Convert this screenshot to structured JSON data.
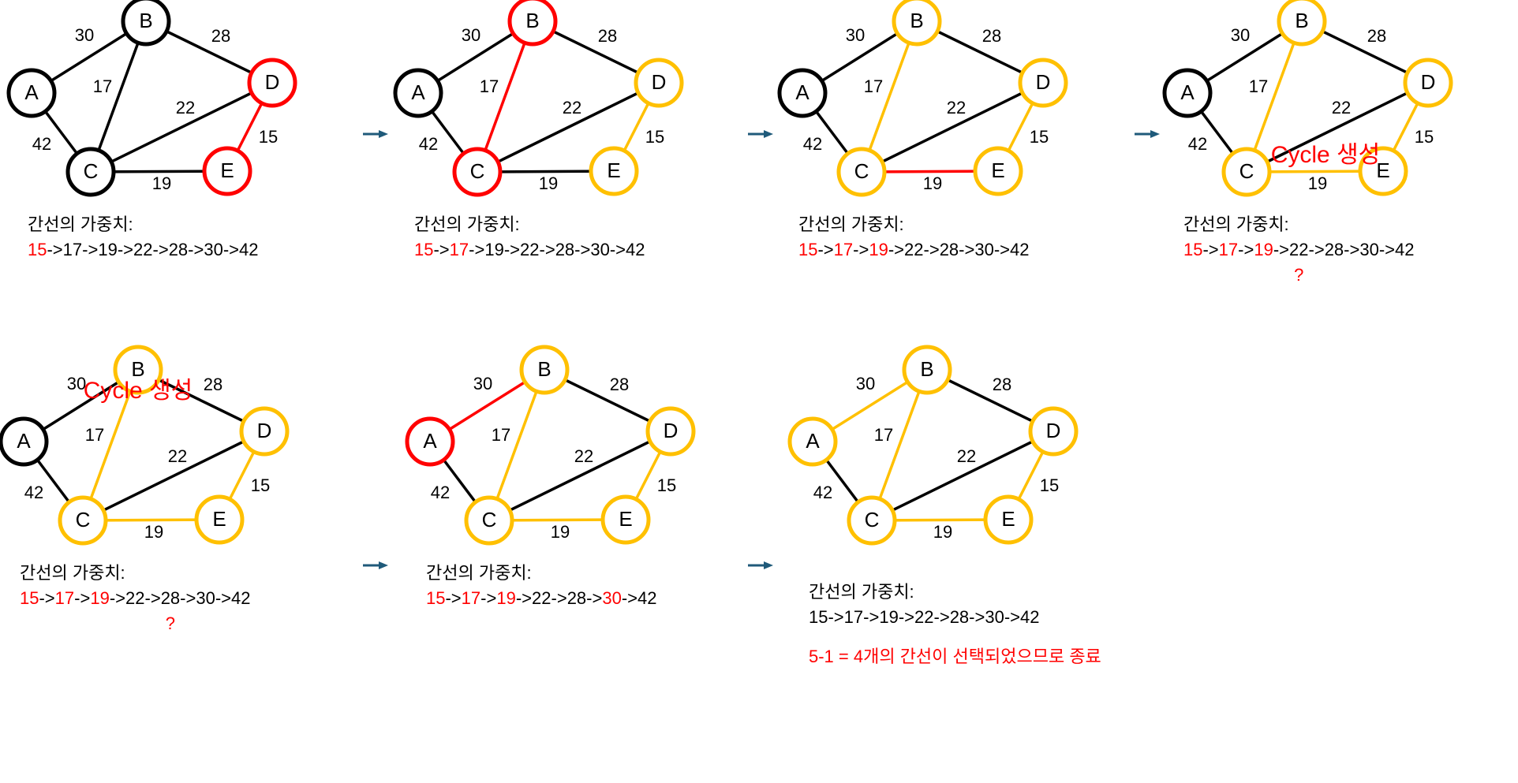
{
  "colors": {
    "black": "#000000",
    "red": "#ff0000",
    "orange": "#ffc000",
    "arrow": "#1f5a7a"
  },
  "node_names": [
    "A",
    "B",
    "C",
    "D",
    "E"
  ],
  "edges": [
    {
      "id": "AB",
      "from": "A",
      "to": "B",
      "weight": "30"
    },
    {
      "id": "BC",
      "from": "B",
      "to": "C",
      "weight": "17"
    },
    {
      "id": "BD",
      "from": "B",
      "to": "D",
      "weight": "28"
    },
    {
      "id": "AC",
      "from": "A",
      "to": "C",
      "weight": "42"
    },
    {
      "id": "CD",
      "from": "C",
      "to": "D",
      "weight": "22"
    },
    {
      "id": "CE",
      "from": "C",
      "to": "E",
      "weight": "19"
    },
    {
      "id": "DE",
      "from": "D",
      "to": "E",
      "weight": "15"
    }
  ],
  "caption_title": "간선의 가중치:",
  "weight_sequence": [
    "15",
    "17",
    "19",
    "22",
    "28",
    "30",
    "42"
  ],
  "separator": "->",
  "question_mark": "?",
  "cycle_note": "Cycle 생성",
  "final_note": "5-1 = 4개의 간선이 선택되었으므로 종료",
  "steps": [
    {
      "nodes": {
        "A": "black",
        "B": "black",
        "C": "black",
        "D": "red",
        "E": "red"
      },
      "edges": {
        "AB": "black",
        "BC": "black",
        "BD": "black",
        "AC": "black",
        "CD": "black",
        "CE": "black",
        "DE": "red"
      },
      "seq_red": [
        0
      ],
      "question": null,
      "cycle_note": false,
      "final_note": false
    },
    {
      "nodes": {
        "A": "black",
        "B": "red",
        "C": "red",
        "D": "orange",
        "E": "orange"
      },
      "edges": {
        "AB": "black",
        "BC": "red",
        "BD": "black",
        "AC": "black",
        "CD": "black",
        "CE": "black",
        "DE": "orange"
      },
      "seq_red": [
        0,
        1
      ],
      "question": null,
      "cycle_note": false,
      "final_note": false
    },
    {
      "nodes": {
        "A": "black",
        "B": "orange",
        "C": "orange",
        "D": "orange",
        "E": "orange"
      },
      "edges": {
        "AB": "black",
        "BC": "orange",
        "BD": "black",
        "AC": "black",
        "CD": "black",
        "CE": "red",
        "DE": "orange"
      },
      "seq_red": [
        0,
        1,
        2
      ],
      "question": null,
      "cycle_note": false,
      "final_note": false
    },
    {
      "nodes": {
        "A": "black",
        "B": "orange",
        "C": "orange",
        "D": "orange",
        "E": "orange"
      },
      "edges": {
        "AB": "black",
        "BC": "orange",
        "BD": "black",
        "AC": "black",
        "CD": "black",
        "CE": "orange",
        "DE": "orange"
      },
      "seq_red": [
        0,
        1,
        2
      ],
      "question": 3,
      "cycle_note": true,
      "final_note": false
    },
    {
      "nodes": {
        "A": "black",
        "B": "orange",
        "C": "orange",
        "D": "orange",
        "E": "orange"
      },
      "edges": {
        "AB": "black",
        "BC": "orange",
        "BD": "black",
        "AC": "black",
        "CD": "black",
        "CE": "orange",
        "DE": "orange"
      },
      "seq_red": [
        0,
        1,
        2
      ],
      "question": 4,
      "cycle_note": true,
      "final_note": false
    },
    {
      "nodes": {
        "A": "red",
        "B": "orange",
        "C": "orange",
        "D": "orange",
        "E": "orange"
      },
      "edges": {
        "AB": "red",
        "BC": "orange",
        "BD": "black",
        "AC": "black",
        "CD": "black",
        "CE": "orange",
        "DE": "orange"
      },
      "seq_red": [
        0,
        1,
        2,
        5
      ],
      "question": null,
      "cycle_note": false,
      "final_note": false
    },
    {
      "nodes": {
        "A": "orange",
        "B": "orange",
        "C": "orange",
        "D": "orange",
        "E": "orange"
      },
      "edges": {
        "AB": "orange",
        "BC": "orange",
        "BD": "black",
        "AC": "black",
        "CD": "black",
        "CE": "orange",
        "DE": "orange"
      },
      "seq_red": [],
      "question": null,
      "cycle_note": false,
      "final_note": true
    }
  ]
}
